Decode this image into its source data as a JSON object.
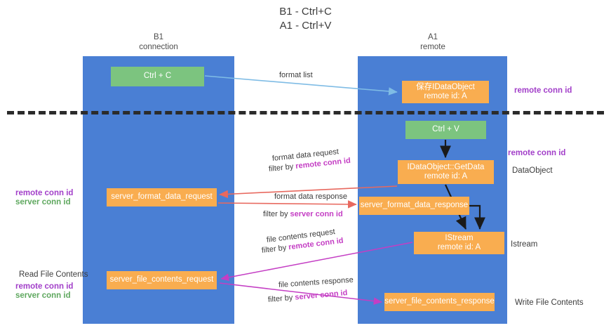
{
  "title": {
    "line1": "B1 - Ctrl+C",
    "line2": "A1 - Ctrl+V"
  },
  "lanes": [
    {
      "id": "b1",
      "name": "B1",
      "role": "connection"
    },
    {
      "id": "a1",
      "name": "A1",
      "role": "remote"
    }
  ],
  "nodes": {
    "ctrl_c": {
      "label": "Ctrl + C",
      "sub": "",
      "color": "#7cc47f"
    },
    "save_idataobject": {
      "label": "保存IDataObject",
      "sub": "remote id: A",
      "color": "#f9ad50"
    },
    "ctrl_v": {
      "label": "Ctrl + V",
      "sub": "",
      "color": "#7cc47f"
    },
    "idataobject_getdata": {
      "label": "IDataObject::GetData",
      "sub": "remote id: A",
      "color": "#f9ad50"
    },
    "server_format_data_request": {
      "label": "server_format_data_request",
      "sub": "",
      "color": "#f9ad50"
    },
    "server_format_data_response": {
      "label": "server_format_data_response",
      "sub": "",
      "color": "#f9ad50"
    },
    "istream": {
      "label": "IStream",
      "sub": "remote id: A",
      "color": "#f9ad50"
    },
    "server_file_contents_request": {
      "label": "server_file_contents_request",
      "sub": "",
      "color": "#f9ad50"
    },
    "server_file_contents_response": {
      "label": "server_file_contents_response",
      "sub": "",
      "color": "#f9ad50"
    }
  },
  "edge_labels": {
    "format_list": "format list",
    "format_data_request": "format data request",
    "format_data_request_filter_prefix": "filter by ",
    "format_data_request_filter_key": "remote conn id",
    "format_data_response": "format data response",
    "format_data_response_filter_prefix": "filter by ",
    "format_data_response_filter_key": "server conn id",
    "file_contents_request": "file contents request",
    "file_contents_request_filter_prefix": "filter by ",
    "file_contents_request_filter_key": "remote conn id",
    "file_contents_response": "file contents response",
    "file_contents_response_filter_prefix": "filter by ",
    "file_contents_response_filter_key": "server conn id"
  },
  "annotations": {
    "right": {
      "remote_conn_id_top": "remote conn id",
      "remote_conn_id_mid": "remote conn id",
      "dataobject": "DataObject",
      "istream": "Istream",
      "write_file_contents": "Write File Contents"
    },
    "left": {
      "remote_conn_id_1": "remote conn id",
      "server_conn_id_1": "server conn id",
      "read_file_contents": "Read File Contents",
      "remote_conn_id_2": "remote conn id",
      "server_conn_id_2": "server conn id"
    }
  },
  "colors": {
    "lane_blue": "#4a7fd4",
    "node_green": "#7cc47f",
    "node_orange": "#f9ad50",
    "arrow_lightblue": "#7fbce5",
    "arrow_red": "#e8695f",
    "arrow_magenta": "#c43ec4",
    "arrow_black": "#1a1a1a",
    "label_purple": "#a23fc9",
    "label_green": "#5fa85f",
    "divider_black": "#2b2b2b"
  }
}
